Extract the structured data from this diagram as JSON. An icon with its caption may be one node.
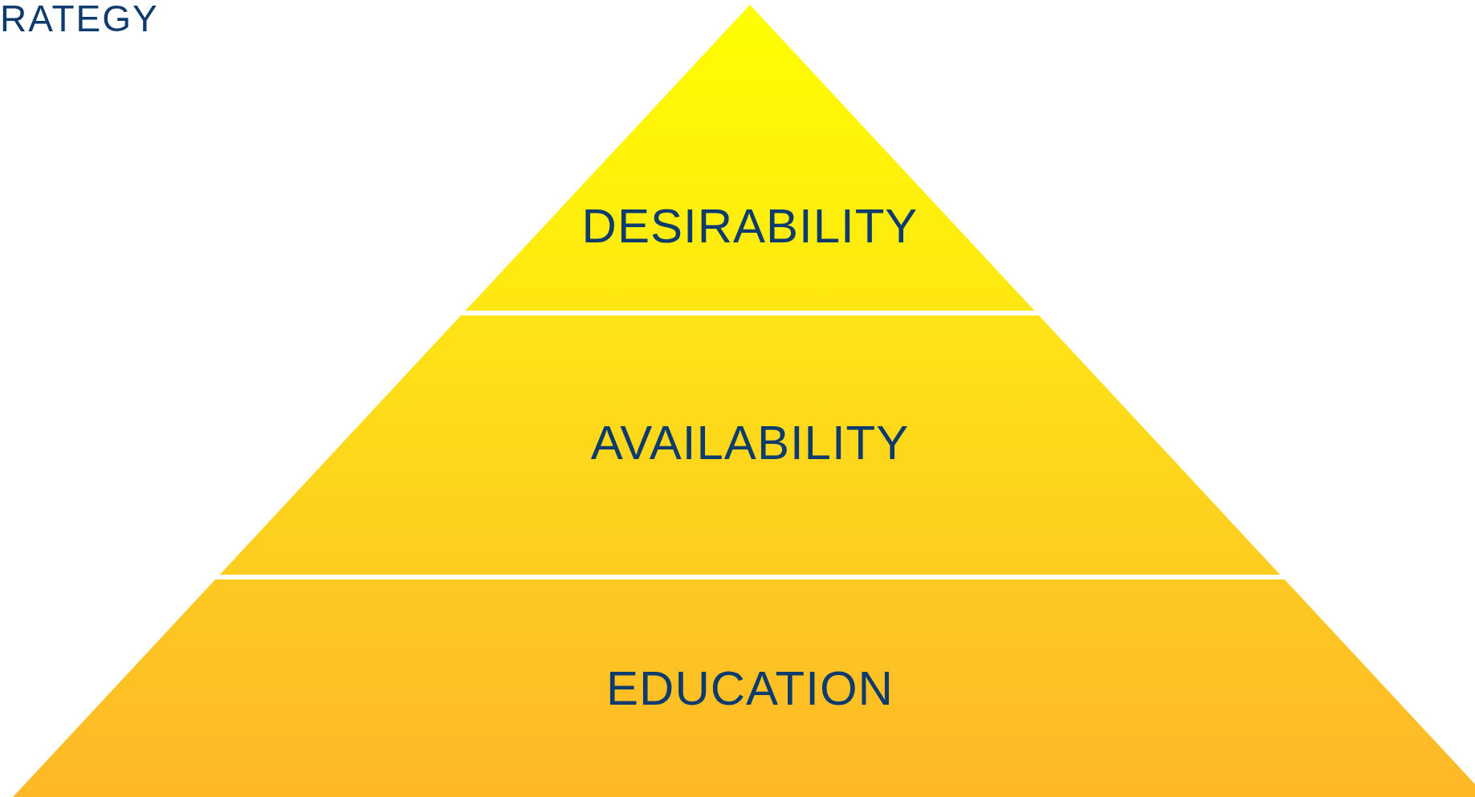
{
  "diagram": {
    "title": "RATEGY",
    "nodes": [
      {
        "text": [
          "DESIRABILITY"
        ]
      },
      {
        "text": [
          "AVAILABILITY"
        ]
      },
      {
        "text": [
          "EDUCATION"
        ]
      }
    ]
  }
}
